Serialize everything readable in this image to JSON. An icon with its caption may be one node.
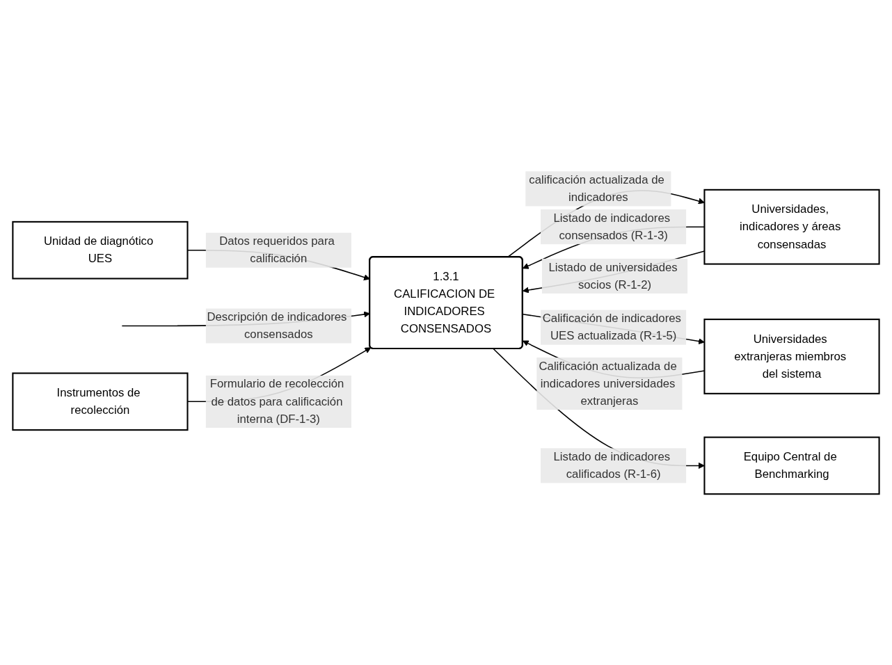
{
  "diagram": {
    "nodes": [
      {
        "text": [
          "Unidad de diagnótico UES"
        ]
      },
      {
        "text": [
          "Universidades, indicadores y áreas consensadas"
        ]
      },
      {
        "text": [
          "1.3.1",
          "CALIFICACION DE INDICADORES CONSENSADOS"
        ]
      },
      {
        "text": [
          "Universidades extranjeras miembros del sistema"
        ]
      },
      {
        "text": [
          "Instrumentos de recolección"
        ]
      },
      {
        "text": [
          "Equipo Central de Benchmarking"
        ]
      }
    ],
    "edges": [
      {
        "from": 0,
        "to": 2,
        "arrow": "to",
        "label": "Datos requeridos para calificación"
      },
      {
        "from": 1,
        "to": 2,
        "arrow": "to",
        "label": "Listado de indicadores consensados (R-1-3)"
      },
      {
        "from": 1,
        "to": 2,
        "arrow": "to",
        "label": "Listado de universidades socios (R-1-2)"
      },
      {
        "from": 2,
        "to": 1,
        "arrow": "to",
        "label": "calificación actualizada de indicadores"
      },
      {
        "from": 3,
        "to": 2,
        "arrow": "to",
        "label": "Calificación actualizada de indicadores universidades extranjeras"
      },
      {
        "from": 2,
        "to": 3,
        "arrow": "to",
        "label": "Calificación de indicadores UES actualizada (R-1-5)"
      },
      {
        "from": null,
        "to": 2,
        "arrow": "to",
        "label": "Descripción de indicadores consensados"
      },
      {
        "from": 4,
        "to": 2,
        "arrow": "to",
        "label": "Formulario de recolección de datos para calificación interna (DF-1-3)"
      },
      {
        "from": 2,
        "to": 5,
        "arrow": "to",
        "label": "Listado de indicadores calificados (R-1-6)"
      }
    ]
  }
}
